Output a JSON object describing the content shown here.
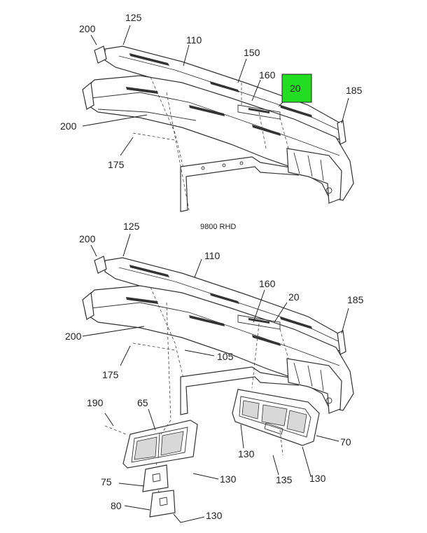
{
  "caption": "9800 RHD",
  "colors": {
    "highlight": "#22dd22",
    "line": "#222222"
  },
  "top_labels": {
    "l200a": "200",
    "l125": "125",
    "l110": "110",
    "l150": "150",
    "l160": "160",
    "l20": "20",
    "l185": "185",
    "l200b": "200",
    "l175": "175"
  },
  "bottom_labels": {
    "l200a": "200",
    "l125": "125",
    "l110": "110",
    "l160": "160",
    "l20": "20",
    "l185": "185",
    "l200b": "200",
    "l105": "105",
    "l175": "175",
    "l190": "190",
    "l65": "65",
    "l130a": "130",
    "l70": "70",
    "l75": "75",
    "l130b": "130",
    "l135": "135",
    "l130c": "130",
    "l80": "80",
    "l130d": "130"
  }
}
